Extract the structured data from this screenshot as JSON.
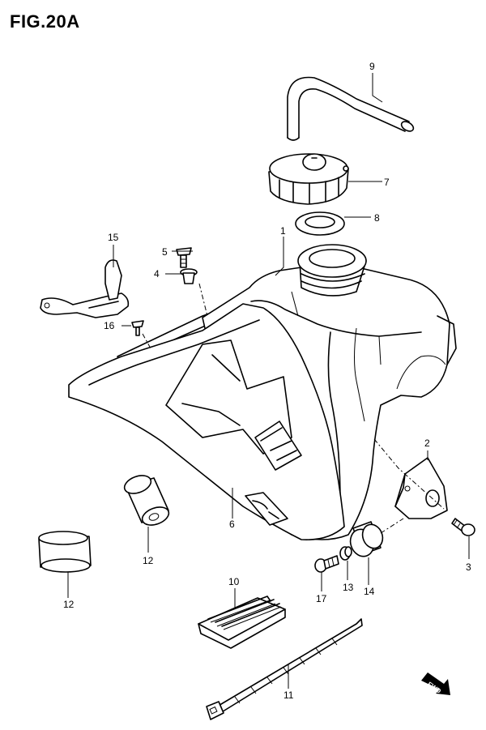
{
  "figure": {
    "title": "FIG.20A",
    "forward_mark": "FWD"
  },
  "callouts": [
    {
      "id": "c1",
      "label": "1"
    },
    {
      "id": "c2",
      "label": "2"
    },
    {
      "id": "c3",
      "label": "3"
    },
    {
      "id": "c4",
      "label": "4"
    },
    {
      "id": "c5",
      "label": "5"
    },
    {
      "id": "c6",
      "label": "6"
    },
    {
      "id": "c7",
      "label": "7"
    },
    {
      "id": "c8",
      "label": "8"
    },
    {
      "id": "c9",
      "label": "9"
    },
    {
      "id": "c10",
      "label": "10"
    },
    {
      "id": "c11",
      "label": "11"
    },
    {
      "id": "c12a",
      "label": "12"
    },
    {
      "id": "c12b",
      "label": "12"
    },
    {
      "id": "c13",
      "label": "13"
    },
    {
      "id": "c14",
      "label": "14"
    },
    {
      "id": "c15",
      "label": "15"
    },
    {
      "id": "c16",
      "label": "16"
    },
    {
      "id": "c17",
      "label": "17"
    }
  ]
}
